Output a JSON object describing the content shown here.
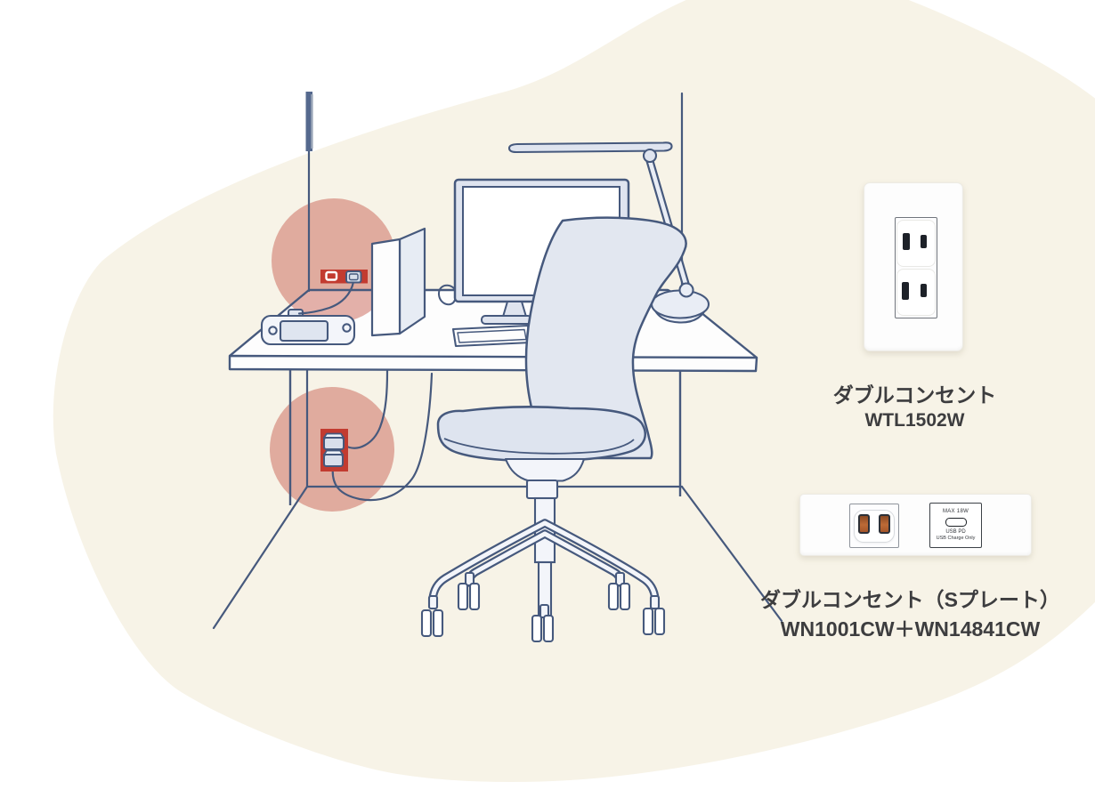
{
  "products": [
    {
      "name": "ダブルコンセント",
      "model": "WTL1502W"
    },
    {
      "name": "ダブルコンセント（Sプレート）",
      "model": "WN1001CW＋WN14841CW",
      "usb_labels": {
        "max_power": "MAX 18W",
        "type": "USB PD",
        "note": "USB Charge Only"
      }
    }
  ],
  "colors": {
    "background_blob": "#f7f3e7",
    "line": "#46597d",
    "accent_red": "#c23b30",
    "highlight_pink": "rgba(202,100,85,0.5)",
    "fill_light": "#e2e7f0",
    "plate_white": "#fdfdfd"
  }
}
